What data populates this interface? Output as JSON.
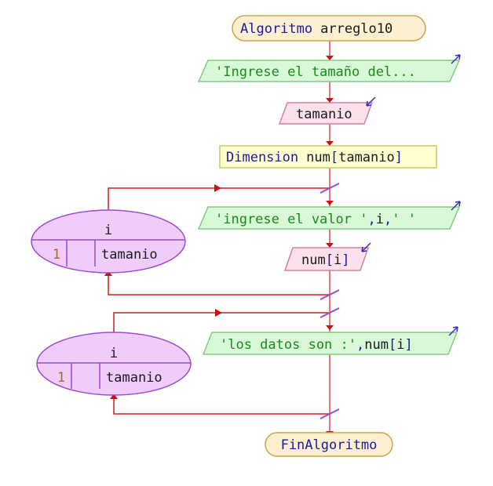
{
  "flowchart": {
    "start": {
      "keyword": "Algoritmo",
      "name": "arreglo10"
    },
    "output1": {
      "text": "'Ingrese el tamaño del..."
    },
    "input1": {
      "text": "tamanio"
    },
    "dimension": {
      "keyword": "Dimension",
      "expr": "num[tamanio]",
      "expr_var": "num",
      "expr_open": "[",
      "expr_inner": "tamanio",
      "expr_close": "]"
    },
    "loop1": {
      "var": "i",
      "start": "1",
      "step": "",
      "end": "tamanio",
      "output": {
        "str1": "'ingrese el valor '",
        "sep1": ",",
        "var": "i",
        "sep2": ",",
        "str2": "' '"
      },
      "input": {
        "var": "num",
        "open": "[",
        "inner": "i",
        "close": "]"
      }
    },
    "loop2": {
      "var": "i",
      "start": "1",
      "step": "",
      "end": "tamanio",
      "output": {
        "str1": "'los datos son :'",
        "sep1": ",",
        "var": "num",
        "open": "[",
        "inner": "i",
        "close": "]"
      }
    },
    "end": {
      "keyword": "FinAlgoritmo"
    }
  },
  "colors": {
    "terminal_fill": "#fdf0d0",
    "terminal_stroke": "#d0a050",
    "output_fill": "#d8f8d8",
    "output_stroke": "#80cc80",
    "input_fill": "#fce0ec",
    "input_stroke": "#d080a0",
    "process_fill": "#ffffd0",
    "process_stroke": "#c8c860",
    "loop_fill": "#f0ccfa",
    "loop_stroke": "#9a4ad0",
    "flow_line": "#e07a80",
    "loop_line": "#cc2020"
  }
}
